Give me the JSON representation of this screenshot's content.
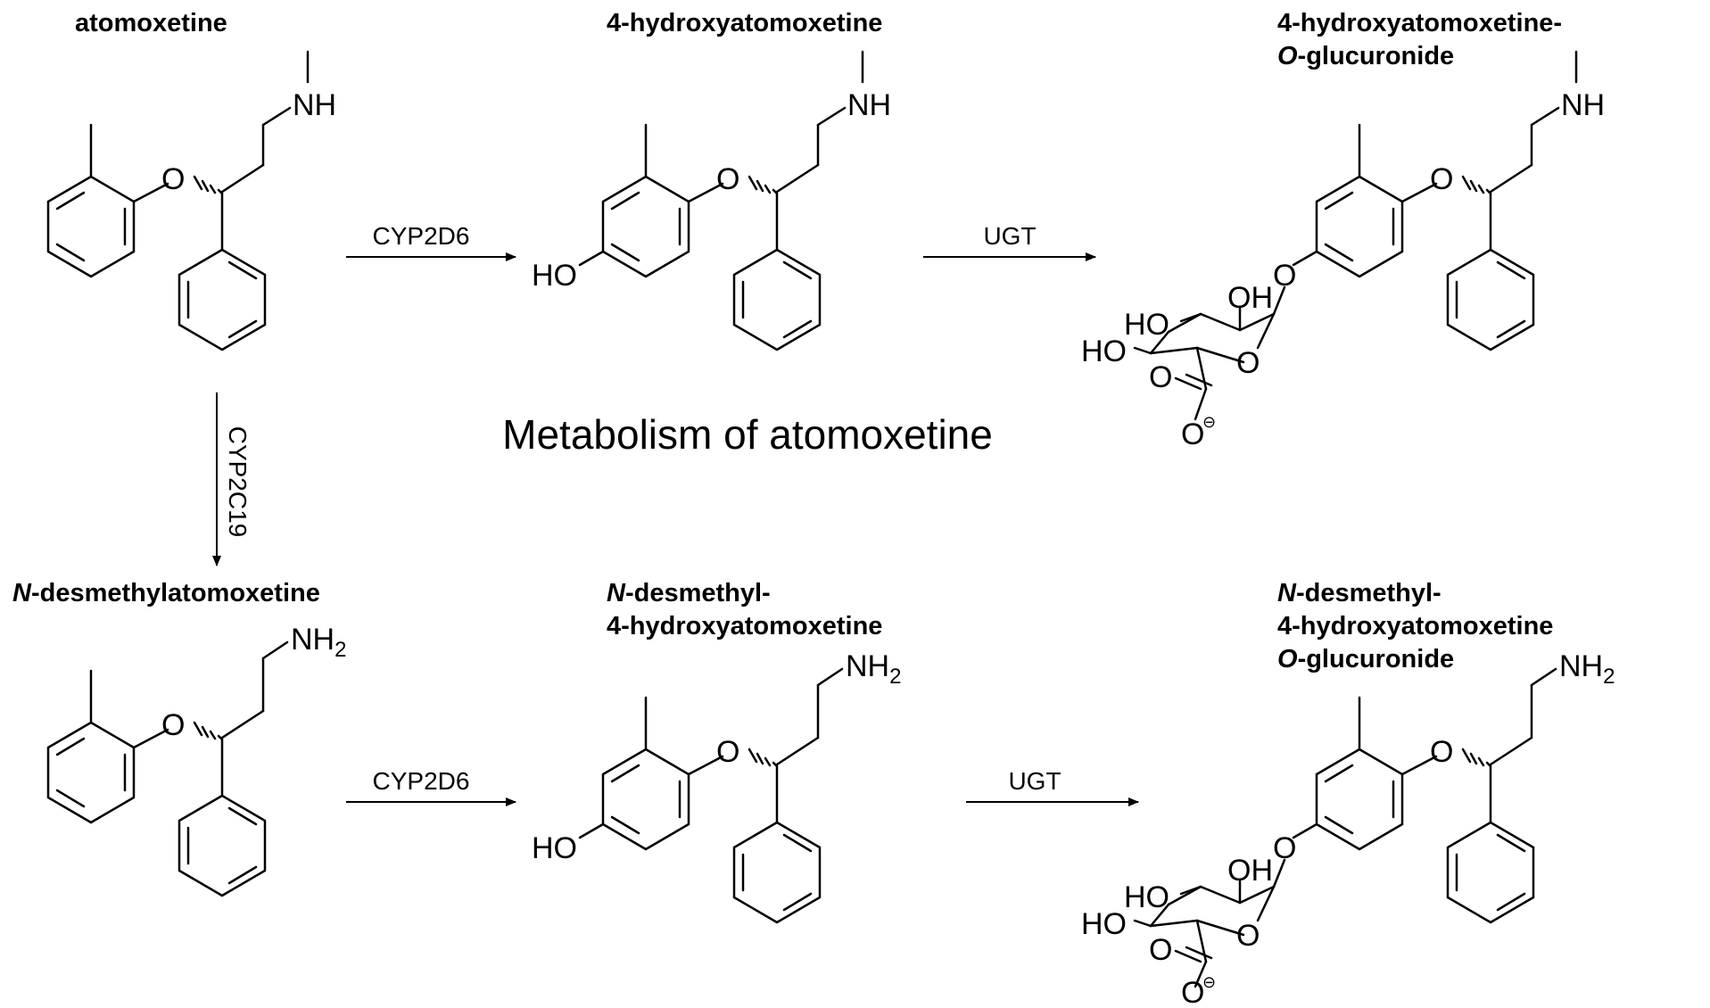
{
  "title": "Metabolism of atomoxetine",
  "compounds": {
    "atomoxetine": {
      "name": "atomoxetine"
    },
    "hydroxy": {
      "name": "4-hydroxyatomoxetine"
    },
    "hydroxy_gluc": {
      "line1": "4-hydroxyatomoxetine-",
      "line2_italic": "O",
      "line2_rest": "-glucuronide"
    },
    "desmethyl": {
      "prefix_italic": "N",
      "rest": "-desmethylatomoxetine"
    },
    "desmethyl_hydroxy": {
      "line1_italic": "N",
      "line1_rest": "-desmethyl-",
      "line2": "4-hydroxyatomoxetine"
    },
    "desmethyl_hydroxy_gluc": {
      "line1_italic": "N",
      "line1_rest": "-desmethyl-",
      "line2": "4-hydroxyatomoxetine",
      "line3_italic": "O",
      "line3_rest": "-glucuronide"
    }
  },
  "enzymes": {
    "top_first": "CYP2D6",
    "top_second": "UGT",
    "vertical": "CYP2C19",
    "bottom_first": "CYP2D6",
    "bottom_second": "UGT"
  },
  "atoms": {
    "O": "O",
    "NH": "NH",
    "N": "NH",
    "sub2": "2",
    "HO": "HO",
    "OH": "OH",
    "minus": "⊖"
  }
}
